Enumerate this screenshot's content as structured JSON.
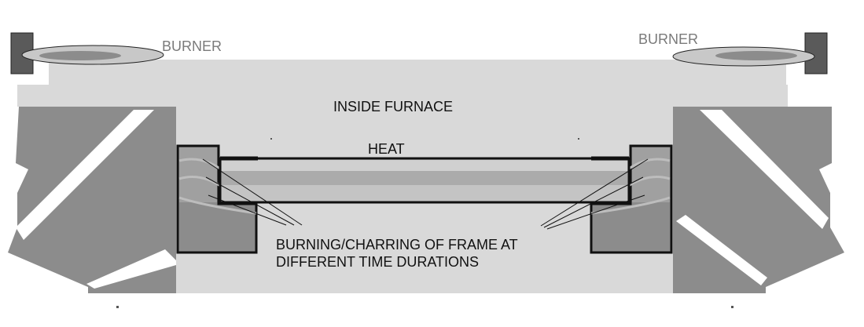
{
  "labels": {
    "burner_left": "BURNER",
    "burner_right": "BURNER",
    "inside_furnace": "INSIDE FURNACE",
    "heat": "HEAT",
    "charring_line1": "BURNING/CHARRING OF FRAME AT",
    "charring_line2": "DIFFERENT TIME DURATIONS"
  },
  "colors": {
    "furnace_interior": "#d9d9d9",
    "wall": "#8c8c8c",
    "burner_block": "#5a5a5a",
    "frame_band_outer": "#bdbdbd",
    "frame_band_inner": "#a8a8a8",
    "frame_member": "#8c8c8c",
    "outline": "#111111"
  }
}
